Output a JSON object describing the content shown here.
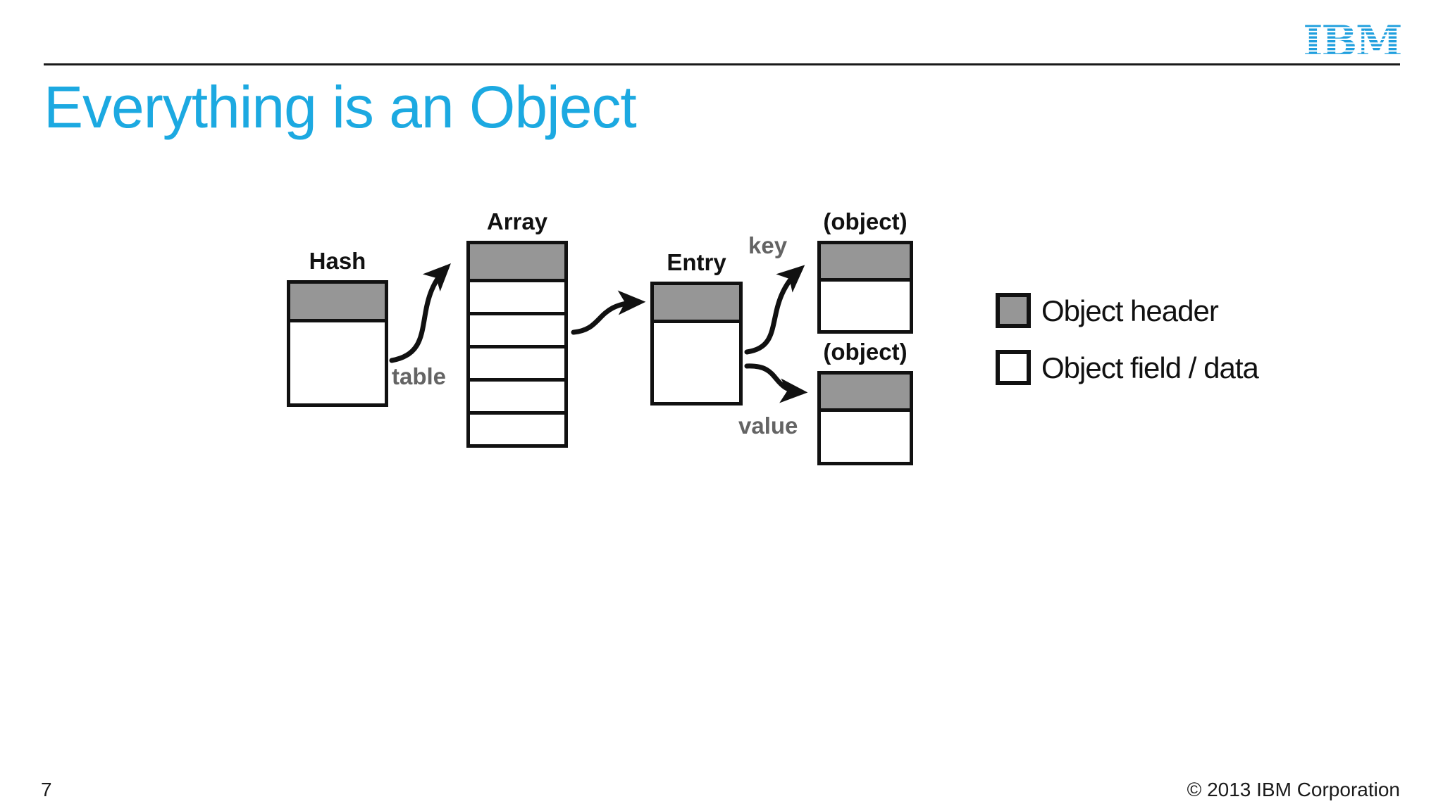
{
  "slide": {
    "title": "Everything is an Object",
    "page_number": "7",
    "copyright": "© 2013 IBM Corporation",
    "logo_text": "IBM"
  },
  "colors": {
    "accent_blue": "#1CA9E1",
    "logo_blue": "#1F9FDE",
    "object_header_gray": "#969696",
    "arrow_label_gray": "#646464",
    "line_black": "#111111"
  },
  "diagram": {
    "hash_box": {
      "label": "Hash",
      "header_rows": 1,
      "field_rows": 1
    },
    "array_box": {
      "label": "Array",
      "header_rows": 1,
      "field_rows": 5
    },
    "entry_box": {
      "label": "Entry",
      "header_rows": 1,
      "field_rows": 1
    },
    "key_object_box": {
      "label": "(object)",
      "header_rows": 1,
      "field_rows": 1
    },
    "value_object_box": {
      "label": "(object)",
      "header_rows": 1,
      "field_rows": 1
    },
    "arrow_labels": {
      "table": "table",
      "key": "key",
      "value": "value"
    }
  },
  "legend": {
    "items": [
      {
        "swatch": "gray",
        "label": "Object header"
      },
      {
        "swatch": "white",
        "label": "Object field / data"
      }
    ]
  }
}
